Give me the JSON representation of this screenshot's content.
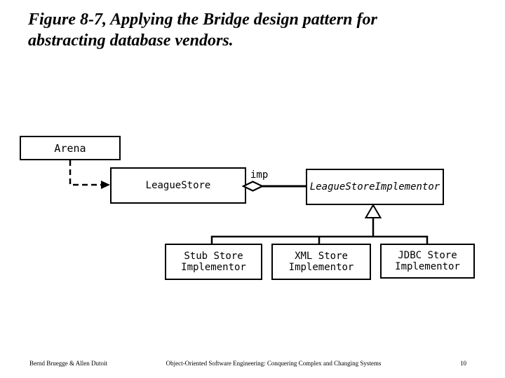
{
  "slide": {
    "title": {
      "line1": "Figure 8-7, Applying the Bridge design pattern for",
      "line2": "abstracting database vendors.",
      "full": "Figure 8-7, Applying the Bridge design pattern for abstracting database vendors."
    },
    "diagram": {
      "type": "uml-class-diagram",
      "pattern": "Bridge",
      "classes": {
        "arena": {
          "label": "Arena"
        },
        "league_store": {
          "label": "LeagueStore"
        },
        "league_store_implementor": {
          "label": "LeagueStoreImplementor",
          "abstract": true
        },
        "stub_store": {
          "line1": "Stub Store",
          "line2": "Implementor"
        },
        "xml_store": {
          "line1": "XML Store",
          "line2": "Implementor"
        },
        "jdbc_store": {
          "line1": "JDBC Store",
          "line2": "Implementor"
        }
      },
      "labels": {
        "aggregation_role": "imp"
      },
      "relations": [
        {
          "from": "Arena",
          "to": "LeagueStore",
          "type": "dashed-dependency-arrow"
        },
        {
          "from": "LeagueStore",
          "to": "LeagueStoreImplementor",
          "type": "aggregation",
          "label": "imp"
        },
        {
          "from": "Stub Store Implementor",
          "to": "LeagueStoreImplementor",
          "type": "inheritance"
        },
        {
          "from": "XML Store Implementor",
          "to": "LeagueStoreImplementor",
          "type": "inheritance"
        },
        {
          "from": "JDBC Store Implementor",
          "to": "LeagueStoreImplementor",
          "type": "inheritance"
        }
      ]
    },
    "footer": {
      "authors": "Bernd Bruegge & Allen Dutoit",
      "book_title": "Object-Oriented Software Engineering: Conquering Complex and Changing Systems",
      "page_number": "10"
    },
    "colors": {
      "background": "#ffffff",
      "ink": "#000000"
    }
  }
}
